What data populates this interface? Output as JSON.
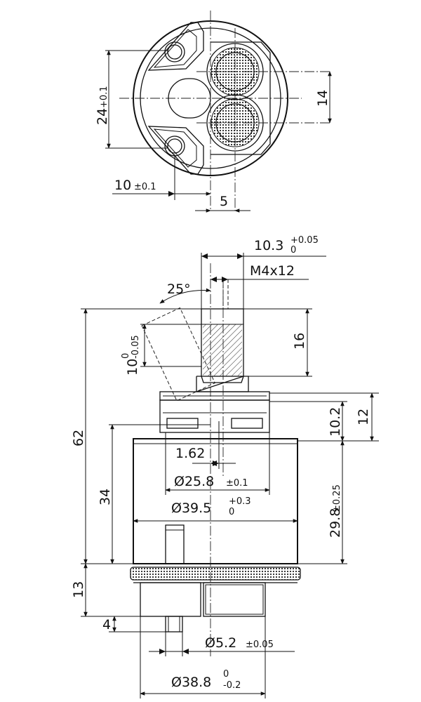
{
  "top_view": {
    "dim_height": "24",
    "dim_height_tol": "+0.1",
    "dim_port_spacing": "14",
    "dim_offset": "10",
    "dim_offset_tol": "±0.1",
    "dim_center_gap": "5"
  },
  "side_view": {
    "dim_stem_width": "10.3",
    "dim_stem_width_tol_upper": "+0.05",
    "dim_stem_width_tol_lower": "0",
    "dim_thread": "M4x12",
    "dim_angle": "25°",
    "dim_flat": "10",
    "dim_flat_tol_upper": "0",
    "dim_flat_tol_lower": "-0.05",
    "dim_stem_length": "16",
    "dim_total_height": "62",
    "dim_cap_height": "12",
    "dim_cap_inner": "10.2",
    "dim_offset": "1.62",
    "dim_inner_diameter": "Ø25.8",
    "dim_inner_diameter_tol": "±0.1",
    "dim_body_diameter": "Ø39.5",
    "dim_body_diameter_tol_upper": "+0.3",
    "dim_body_diameter_tol_lower": "0",
    "dim_body_height": "34",
    "dim_lower_height": "29.8",
    "dim_lower_height_tol": "±0.25",
    "dim_base_height": "13",
    "dim_pin_height": "4",
    "dim_pin_diameter": "Ø5.2",
    "dim_pin_diameter_tol": "±0.05",
    "dim_base_diameter": "Ø38.8",
    "dim_base_diameter_tol_upper": "0",
    "dim_base_diameter_tol_lower": "-0.2"
  },
  "colors": {
    "line": "#111111",
    "background": "#ffffff"
  }
}
